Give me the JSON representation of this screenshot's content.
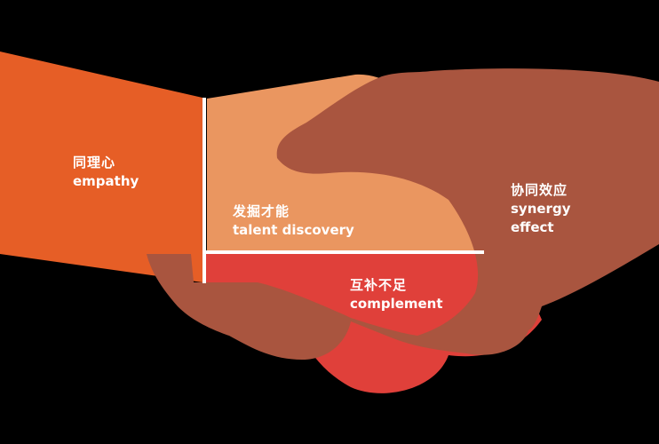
{
  "colors": {
    "background": "#000000",
    "left_arm": "#E65E26",
    "talent_region": "#EA9660",
    "complement_region": "#E0403A",
    "right_hand": "#A9553F",
    "text": "#FFFFFF"
  },
  "labels": {
    "empathy": {
      "zh": "同理心",
      "en": "empathy"
    },
    "talent": {
      "zh": "发掘才能",
      "en": "talent discovery"
    },
    "complement": {
      "zh": "互补不足",
      "en": "complement"
    },
    "synergy": {
      "zh": "协同效应",
      "en_line1": "synergy",
      "en_line2": "effect"
    }
  }
}
